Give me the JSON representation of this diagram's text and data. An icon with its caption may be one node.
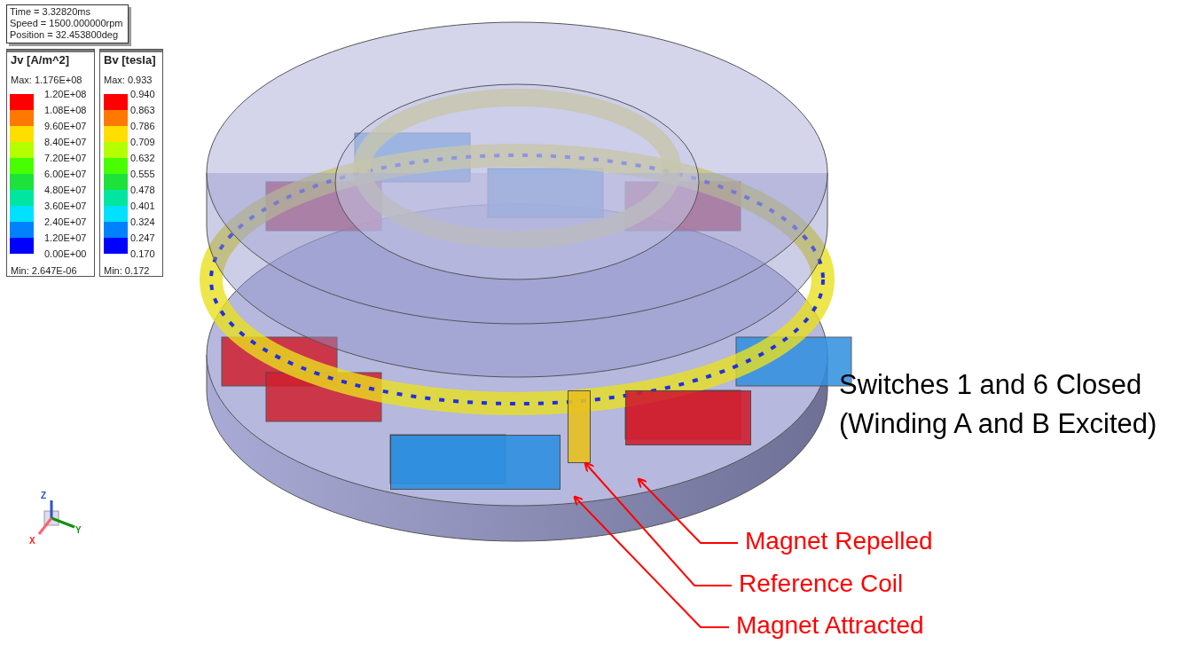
{
  "diagram": {
    "nodes": [
      {
        "text": [
          "Magnet Repelled"
        ]
      },
      {
        "text": [
          "Reference Coil"
        ]
      },
      {
        "text": [
          "Magnet Attracted"
        ]
      },
      {
        "text": [],
        "shape": "box"
      },
      {
        "text": [],
        "shape": "box"
      },
      {
        "text": [],
        "shape": "box"
      }
    ],
    "edges": [
      {
        "from": 0,
        "to": 3,
        "arrow": "to"
      },
      {
        "from": 1,
        "to": 4,
        "arrow": "to"
      },
      {
        "from": 2,
        "to": 5,
        "arrow": "to"
      }
    ],
    "labels": [
      "Time = 3.32820ms",
      "Speed = 1500.000000rpm",
      "Position = 32.453800deg",
      "Jv [A/m^2]",
      "Max: 1.176E+08",
      "1.20E+08",
      "1.08E+08",
      "9.60E+07",
      "8.40E+07",
      "7.20E+07",
      "6.00E+07",
      "4.80E+07",
      "3.60E+07",
      "2.40E+07",
      "1.20E+07",
      "0.00E+00",
      "Min: 2.647E-06",
      "Bv [tesla]",
      "Max: 0.933",
      "0.940",
      "0.863",
      "0.786",
      "0.709",
      "0.632",
      "0.555",
      "0.478",
      "0.401",
      "0.324",
      "0.247",
      "0.170",
      "Min: 0.172",
      "Switches 1 and 6 Closed (Winding A and B Excited)",
      "Z",
      "Y",
      "X"
    ]
  }
}
